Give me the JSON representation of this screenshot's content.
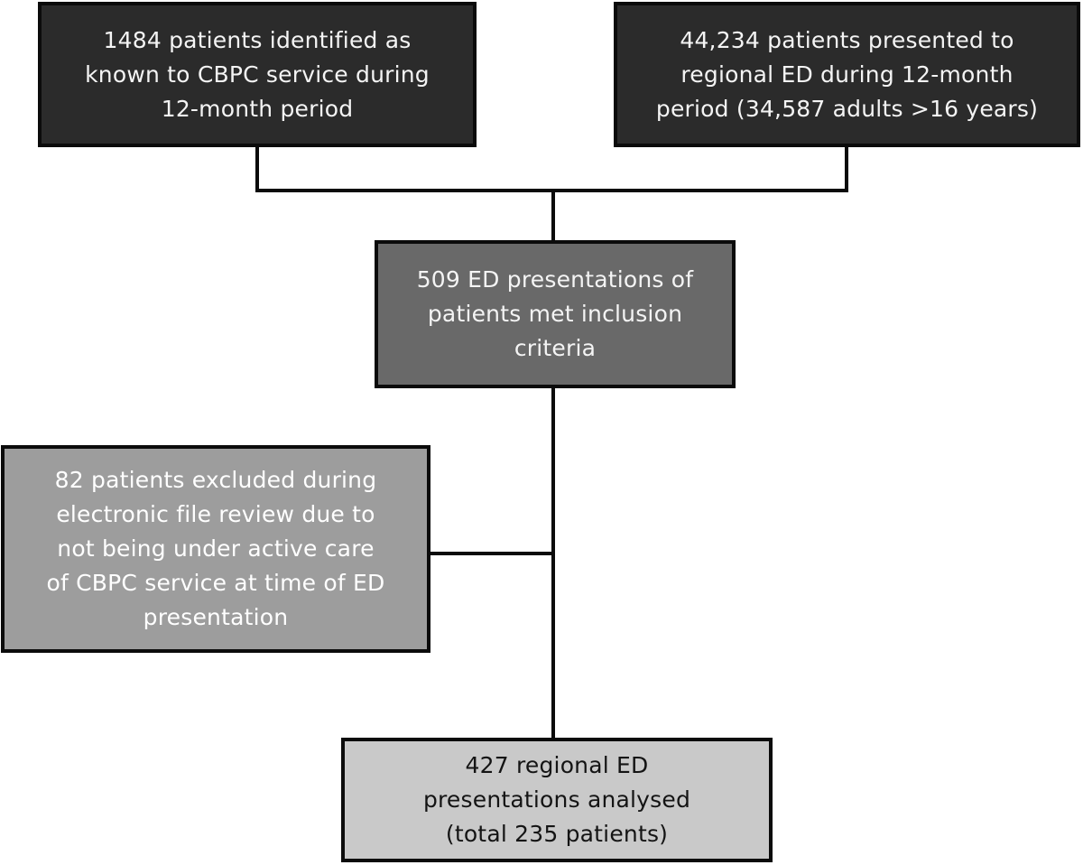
{
  "figure": {
    "type": "flowchart",
    "background": "#ffffff",
    "line_color": "#0b0b0b",
    "boxes": {
      "cbpc_identified": {
        "id": "cbpc-identified",
        "text": "1484 patients identified as\nknown to CBPC service during\n12-month period",
        "fill": "#2b2b2b",
        "text_color": "#f4f4f4"
      },
      "ed_presented": {
        "id": "ed-presented",
        "text": "44,234 patients presented to\nregional ED during 12-month\nperiod (34,587 adults >16 years)",
        "fill": "#2b2b2b",
        "text_color": "#f4f4f4"
      },
      "met_inclusion": {
        "id": "met-inclusion",
        "text": "509 ED presentations of\npatients met inclusion\ncriteria",
        "fill": "#696969",
        "text_color": "#f4f4f4"
      },
      "excluded": {
        "id": "excluded",
        "text": "82 patients excluded during\nelectronic file review due to\nnot being under active care\nof CBPC service at time of ED\npresentation",
        "fill": "#9d9d9d",
        "text_color": "#ffffff"
      },
      "analysed": {
        "id": "analysed",
        "text": "427 regional ED\npresentations analysed\n(total 235 patients)",
        "fill": "#c9c9c9",
        "text_color": "#141414"
      }
    },
    "edges": [
      {
        "from": "cbpc-identified",
        "to": "met-inclusion"
      },
      {
        "from": "ed-presented",
        "to": "met-inclusion"
      },
      {
        "from": "met-inclusion",
        "to": "analysed"
      },
      {
        "from": "excluded",
        "to": "met-inclusion-analysed-connector"
      }
    ]
  }
}
